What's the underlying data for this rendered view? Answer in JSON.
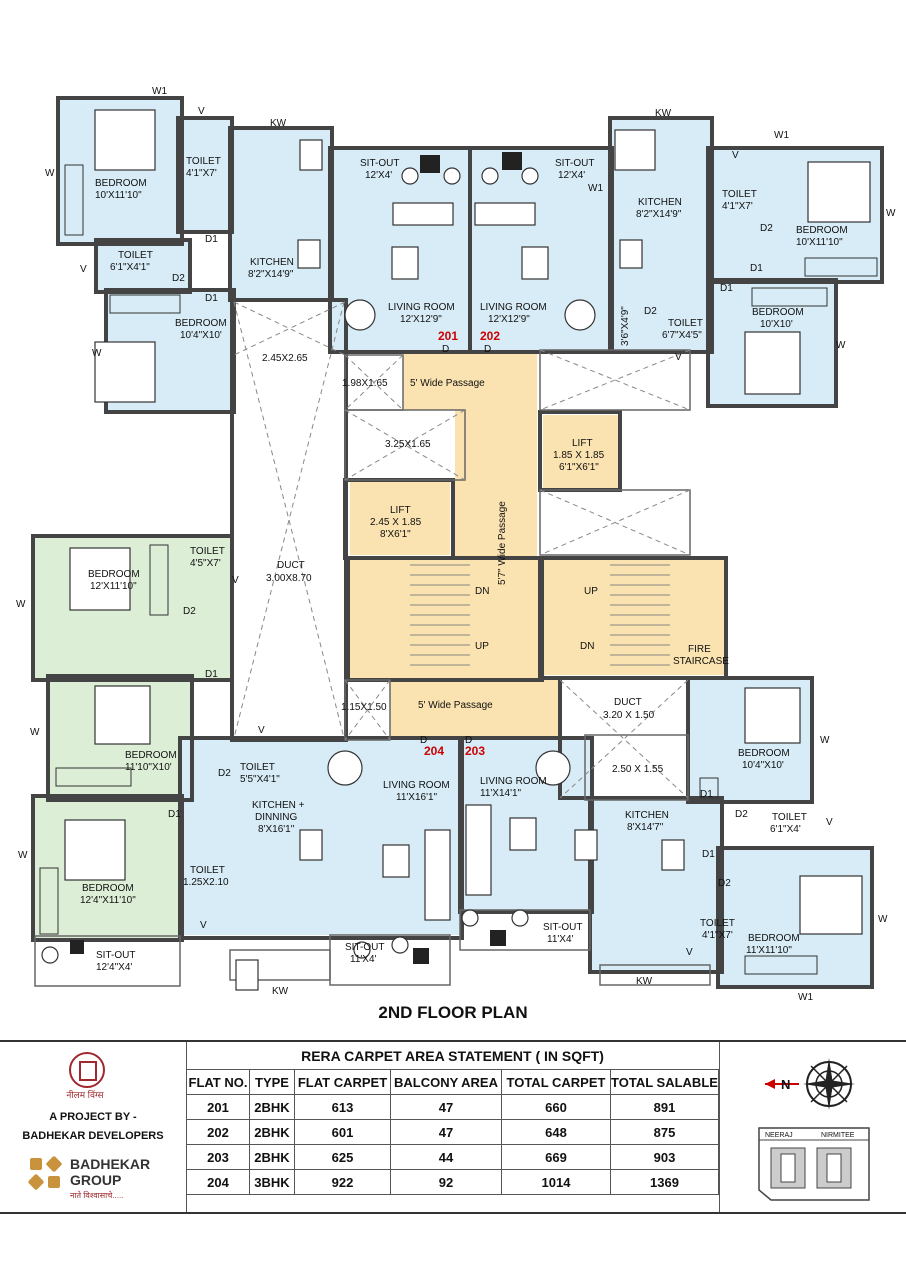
{
  "plan": {
    "title": "2ND FLOOR PLAN",
    "colors": {
      "flat_blue": "#d7ecf6",
      "flat_green": "#ddeed7",
      "core": "#fae3b0",
      "wall": "#444"
    },
    "flats": [
      "201",
      "202",
      "203",
      "204"
    ],
    "rooms": {
      "bed_201a": "BEDROOM",
      "bed_201a_dim": "10'X11'10\"",
      "toilet_201a": "TOILET",
      "toilet_201a_dim": "4'1\"X7'",
      "kitchen_201": "KITCHEN",
      "kitchen_201_dim": "8'2\"X14'9\"",
      "toilet_201b": "TOILET",
      "toilet_201b_dim": "6'1\"X4'1\"",
      "bed_201b": "BEDROOM",
      "bed_201b_dim": "10'4\"X10'",
      "sitout_201": "SIT-OUT",
      "sitout_201_dim": "12'X4'",
      "living_201": "LIVING ROOM",
      "living_201_dim": "12'X12'9\"",
      "sitout_202": "SIT-OUT",
      "sitout_202_dim": "12'X4'",
      "living_202": "LIVING ROOM",
      "living_202_dim": "12'X12'9\"",
      "kitchen_202": "KITCHEN",
      "kitchen_202_dim": "8'2\"X14'9\"",
      "toilet_202a": "TOILET",
      "toilet_202a_dim": "4'1\"X7'",
      "bed_202a": "BEDROOM",
      "bed_202a_dim": "10'X11'10\"",
      "toilet_202b": "TOILET",
      "toilet_202b_dim": "6'7\"X4'5\"",
      "toilet_202b_v": "3'6\"X4'9\"",
      "bed_202b": "BEDROOM",
      "bed_202b_dim": "10'X10'",
      "shaft1": "2.45X2.65",
      "shaft2": "1.98X1.65",
      "shaft3": "3.25X1.65",
      "passage_top": "5' Wide Passage",
      "passage_mid": "5'7\" Wide Passage",
      "passage_bot": "5' Wide Passage",
      "lift1": "LIFT",
      "lift1_dim": "1.85 X 1.85",
      "lift1_ft": "6'1\"X6'1\"",
      "lift2": "LIFT",
      "lift2_dim": "2.45 X 1.85",
      "lift2_ft": "8'X6'1\"",
      "duct1": "DUCT",
      "duct1_dim": "3.00X8.70",
      "duct2": "DUCT",
      "duct2_dim": "3.20 X 1.50",
      "shaft4": "1.15X1.50",
      "shaft5": "2.50 X 1.55",
      "up": "UP",
      "dn": "DN",
      "fire": "FIRE",
      "staircase": "STAIRCASE",
      "bed_204a": "BEDROOM",
      "bed_204a_dim": "12'X11'10\"",
      "toilet_204a": "TOILET",
      "toilet_204a_dim": "4'5\"X7'",
      "bed_204b": "BEDROOM",
      "bed_204b_dim": "11'10\"X10'",
      "toilet_204b": "TOILET",
      "toilet_204b_dim": "5'5\"X4'1\"",
      "kitchen_204": "KITCHEN +",
      "kitchen_204b": "DINNING",
      "kitchen_204_dim": "8'X16'1\"",
      "living_204": "LIVING ROOM",
      "living_204_dim": "11'X16'1\"",
      "bed_204c": "BEDROOM",
      "bed_204c_dim": "12'4\"X11'10\"",
      "toilet_204c": "TOILET",
      "toilet_204c_dim": "1.25X2.10",
      "sitout_204a": "SIT-OUT",
      "sitout_204a_dim": "12'4\"X4'",
      "sitout_204b": "SIT-OUT",
      "sitout_204b_dim": "11'X4'",
      "living_203": "LIVING ROOM",
      "living_203_dim": "11'X14'1\"",
      "sitout_203": "SIT-OUT",
      "sitout_203_dim": "11'X4'",
      "kitchen_203": "KITCHEN",
      "kitchen_203_dim": "8'X14'7\"",
      "bed_203a": "BEDROOM",
      "bed_203a_dim": "10'4\"X10'",
      "toilet_203a": "TOILET",
      "toilet_203a_dim": "6'1\"X4'",
      "toilet_203b": "TOILET",
      "toilet_203b_dim": "4'1\"X7'",
      "bed_203b": "BEDROOM",
      "bed_203b_dim": "11'X11'10\""
    },
    "marks": {
      "w": "W",
      "w1": "W1",
      "v": "V",
      "kw": "KW",
      "d": "D",
      "d1": "D1",
      "d2": "D2"
    }
  },
  "brand": {
    "logo_text": "नीलम विंग्स",
    "project_by": "A PROJECT BY -",
    "developer": "BADHEKAR DEVELOPERS",
    "group_line1": "BADHEKAR",
    "group_line2": "GROUP",
    "tagline": "नाते विश्वासाचे....."
  },
  "rera": {
    "title": "RERA CARPET AREA STATEMENT   ( IN SQFT)",
    "headers": [
      "FLAT NO.",
      "TYPE",
      "FLAT CARPET",
      "BALCONY AREA",
      "TOTAL CARPET",
      "TOTAL SALABLE"
    ],
    "rows": [
      [
        "201",
        "2BHK",
        "613",
        "47",
        "660",
        "891"
      ],
      [
        "202",
        "2BHK",
        "601",
        "47",
        "648",
        "875"
      ],
      [
        "203",
        "2BHK",
        "625",
        "44",
        "669",
        "903"
      ],
      [
        "204",
        "3BHK",
        "922",
        "92",
        "1014",
        "1369"
      ]
    ]
  },
  "key_plan": {
    "wing_a": "NEERAJ",
    "wing_b": "NIRMITEE",
    "north": "N"
  }
}
